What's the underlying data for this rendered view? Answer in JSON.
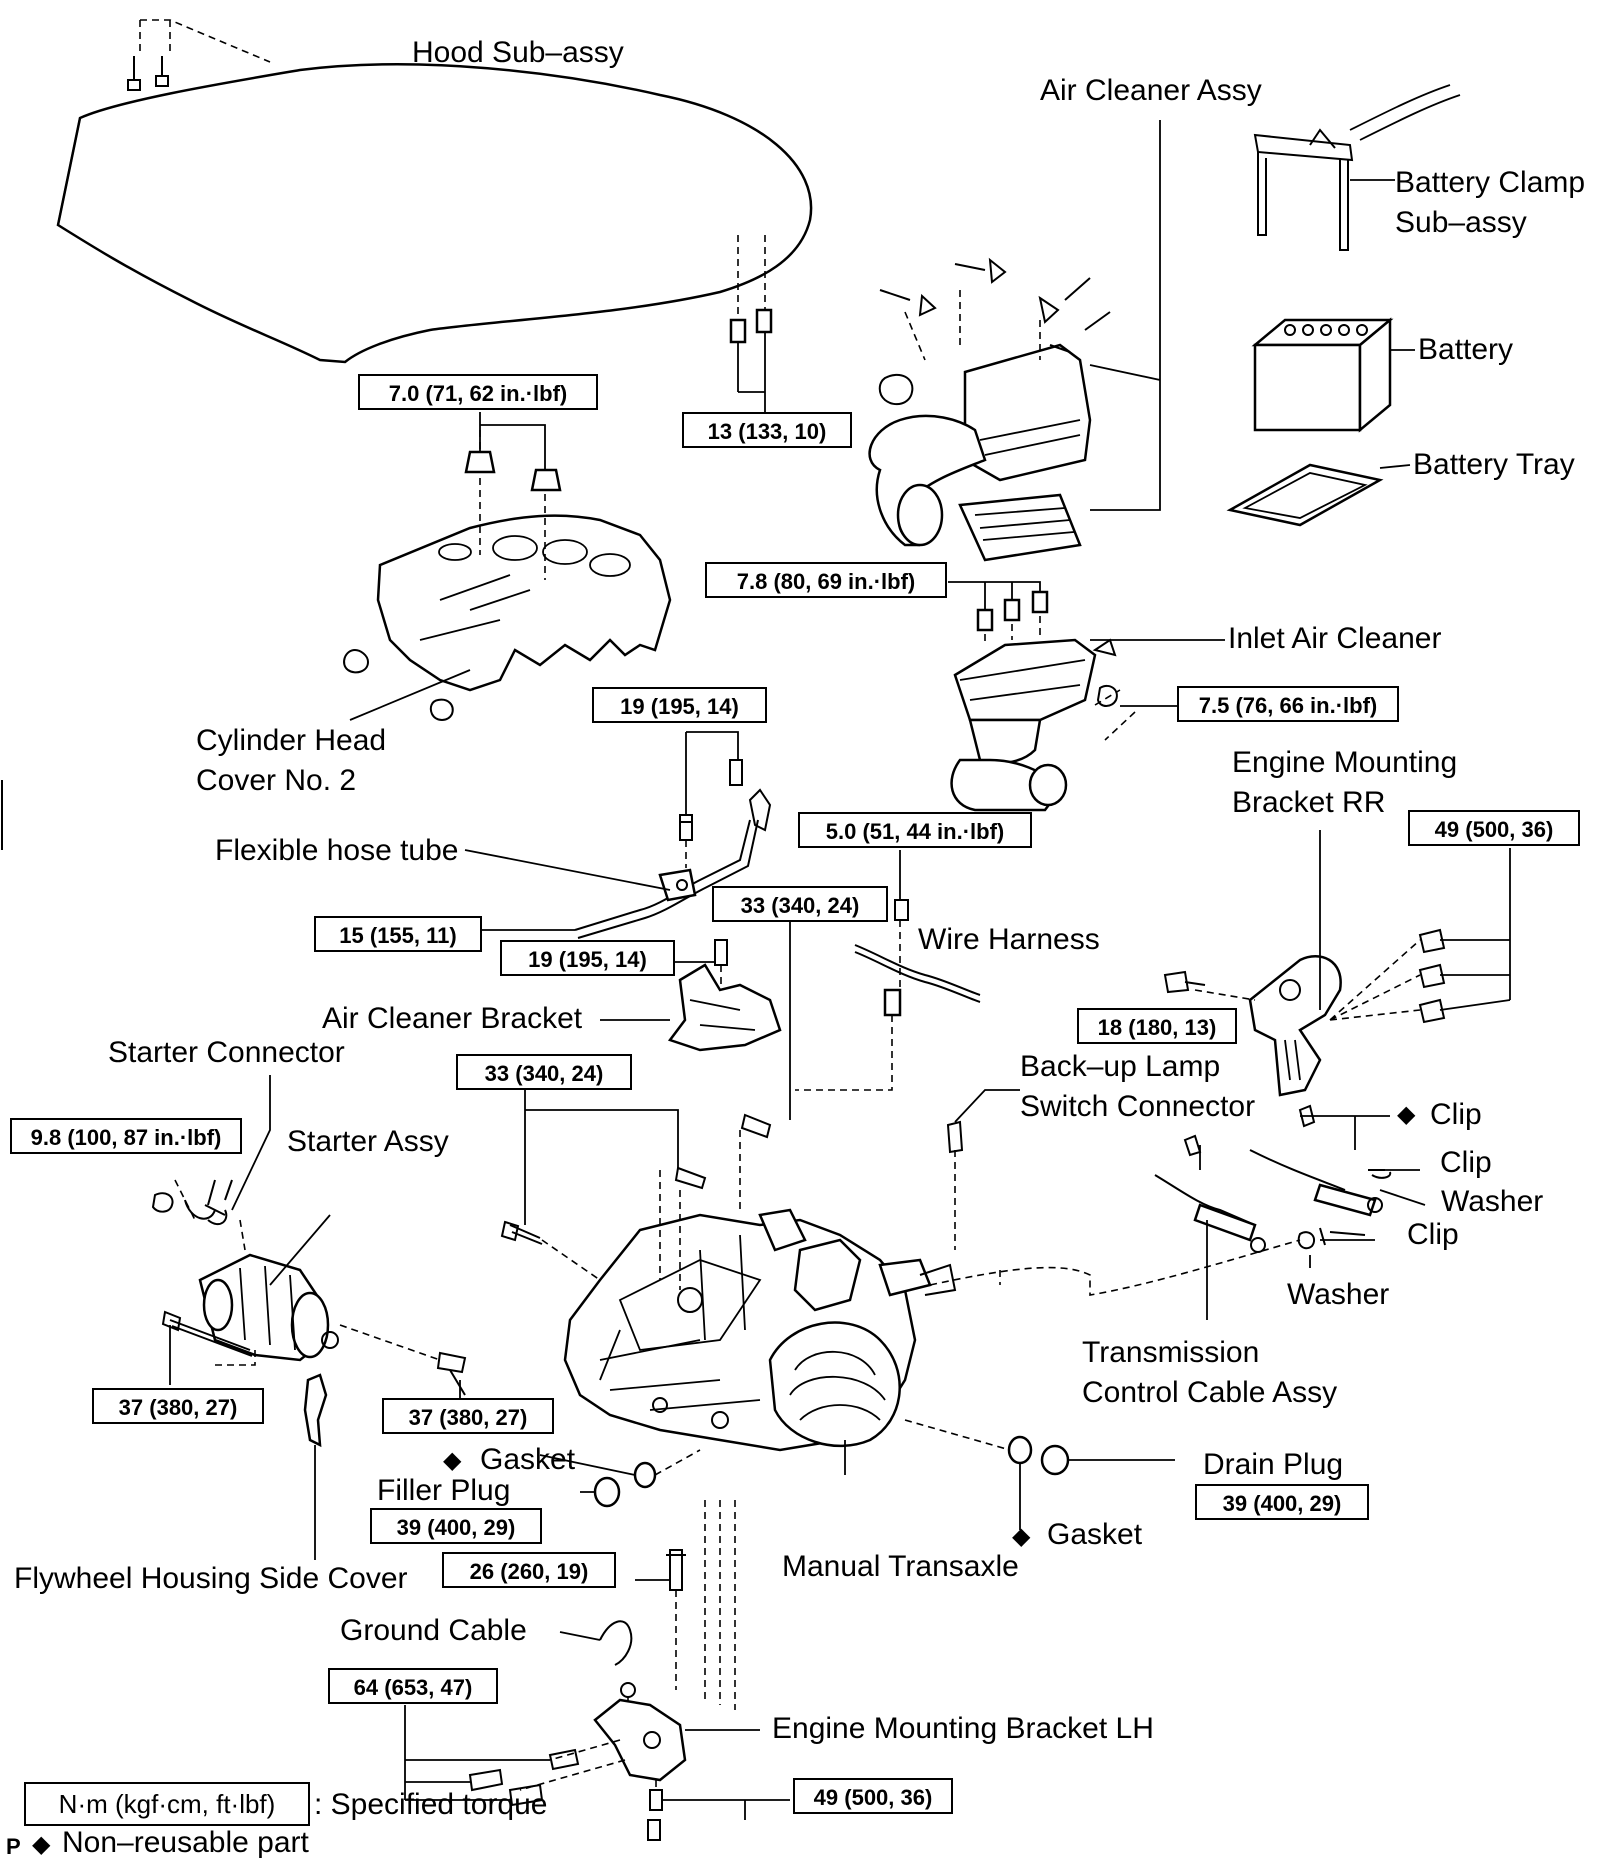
{
  "labels": {
    "hood": "Hood Sub–assy",
    "air_cleaner_assy": "Air Cleaner Assy",
    "battery_clamp_1": "Battery Clamp",
    "battery_clamp_2": "Sub–assy",
    "battery": "Battery",
    "battery_tray": "Battery Tray",
    "inlet_air_cleaner": "Inlet Air Cleaner",
    "cyl_head_cover_1": "Cylinder Head",
    "cyl_head_cover_2": "Cover No. 2",
    "engine_mount_rr_1": "Engine Mounting",
    "engine_mount_rr_2": "Bracket RR",
    "flexible_hose": "Flexible hose tube",
    "wire_harness": "Wire Harness",
    "air_cleaner_bracket": "Air Cleaner Bracket",
    "starter_connector": "Starter Connector",
    "starter_assy": "Starter Assy",
    "backup_lamp_1": "Back–up Lamp",
    "backup_lamp_2": "Switch Connector",
    "clip_top": "Clip",
    "clip_mid": "Clip",
    "washer_right": "Washer",
    "clip_low": "Clip",
    "washer_low": "Washer",
    "trans_cable_1": "Transmission",
    "trans_cable_2": "Control Cable Assy",
    "gasket_left": "Gasket",
    "filler_plug": "Filler Plug",
    "drain_plug": "Drain Plug",
    "gasket_right": "Gasket",
    "flywheel_cover": "Flywheel Housing Side Cover",
    "manual_transaxle": "Manual Transaxle",
    "ground_cable": "Ground Cable",
    "engine_mount_lh": "Engine Mounting Bracket LH"
  },
  "torques": {
    "hood_cover_nuts": "7.0 (71, 62 in.·lbf)",
    "hood_bolts": "13 (133, 10)",
    "inlet_top": "7.8 (80, 69 in.·lbf)",
    "inlet_side": "7.5 (76, 66 in.·lbf)",
    "hose_top": "19 (195, 14)",
    "wire_harness": "5.0 (51, 44 in.·lbf)",
    "mount_rr_upper": "49 (500, 36)",
    "hose_left": "15 (155, 11)",
    "bracket_mid": "33 (340, 24)",
    "bracket_bolt": "19 (195, 14)",
    "mount_rr_lower": "18 (180, 13)",
    "transaxle_left": "33 (340, 24)",
    "starter_nut": "9.8 (100, 87 in.·lbf)",
    "starter_left": "37 (380, 27)",
    "starter_right": "37 (380, 27)",
    "filler_plug": "39 (400, 29)",
    "drain_plug": "39 (400, 29)",
    "ground_cable": "26 (260, 19)",
    "mount_lh_left": "64 (653, 47)",
    "mount_lh_bottom": "49 (500, 36)"
  },
  "legend": {
    "torque_unit": "N·m (kgf·cm, ft·lbf)",
    "torque_desc": ": Specified torque",
    "marker": "P",
    "nonreusable": "Non–reusable part"
  },
  "symbols": {
    "nonreusable": "◆"
  }
}
